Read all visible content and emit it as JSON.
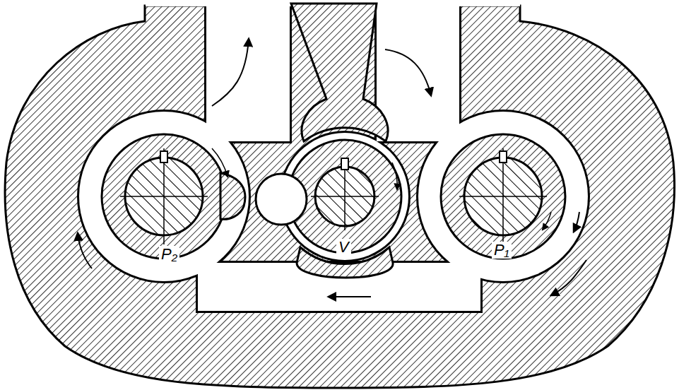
{
  "diagram": {
    "labels": [
      "P₂",
      "V",
      "P₁"
    ]
  }
}
